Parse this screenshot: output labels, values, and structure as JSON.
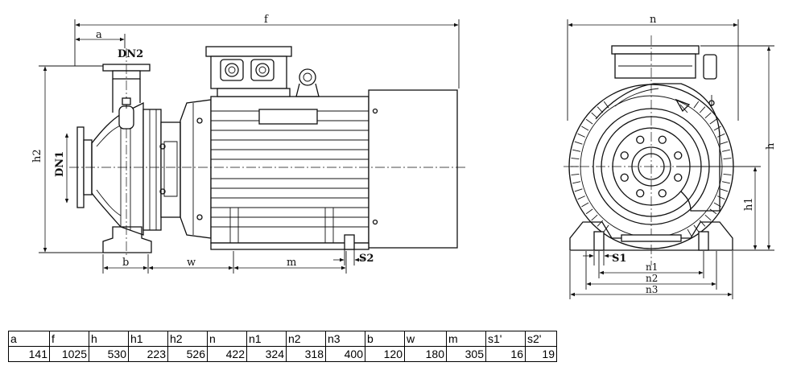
{
  "labels": {
    "f": "f",
    "a": "a",
    "dn2": "DN2",
    "dn1": "DN1",
    "h2": "h2",
    "b": "b",
    "w": "w",
    "m": "m",
    "s2": "S2",
    "n": "n",
    "h": "h",
    "h1": "h1",
    "s1": "S1",
    "n1": "n1",
    "n2": "n2",
    "n3": "n3"
  },
  "table": {
    "headers": [
      "a",
      "f",
      "h",
      "h1",
      "h2",
      "n",
      "n1",
      "n2",
      "n3",
      "b",
      "w",
      "m",
      "s1'",
      "s2'"
    ],
    "values": [
      "141",
      "1025",
      "530",
      "223",
      "526",
      "422",
      "324",
      "318",
      "400",
      "120",
      "180",
      "305",
      "16",
      "19"
    ]
  }
}
